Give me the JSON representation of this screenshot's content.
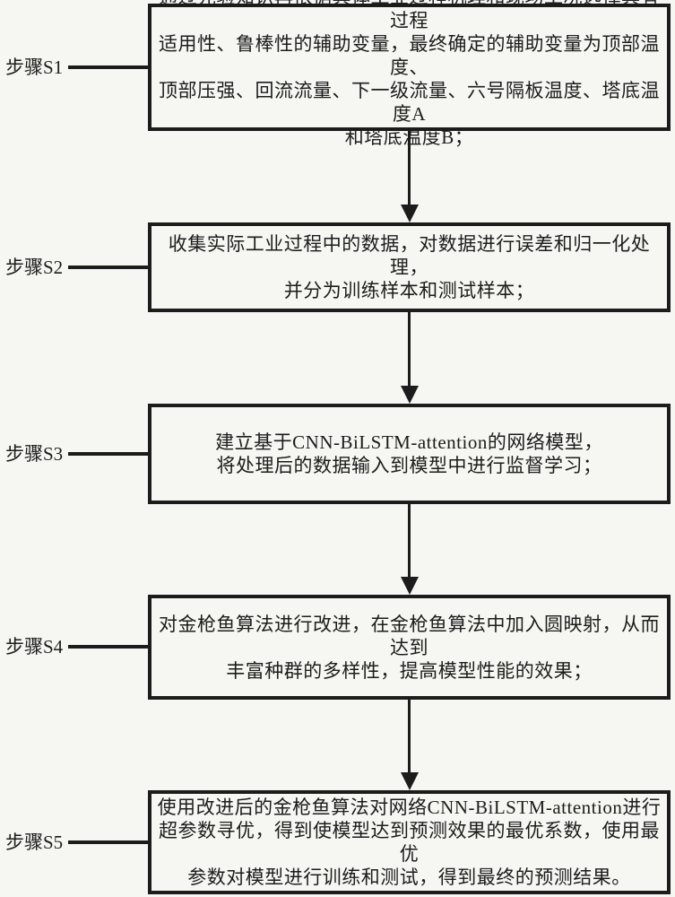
{
  "colors": {
    "ink": "#1c1c1c",
    "background": "#f6f6f3"
  },
  "steps": [
    {
      "label": "步骤S1",
      "lines": [
        "通过先验知识再依据具体工业过程机理和现场工况选择具有过程",
        "适用性、鲁棒性的辅助变量，最终确定的辅助变量为顶部温度、",
        "顶部压强、回流流量、下一级流量、六号隔板温度、塔底温度A",
        "和塔底温度B；"
      ]
    },
    {
      "label": "步骤S2",
      "lines": [
        "收集实际工业过程中的数据，对数据进行误差和归一化处理，",
        "并分为训练样本和测试样本；"
      ]
    },
    {
      "label": "步骤S3",
      "lines": [
        "建立基于CNN-BiLSTM-attention的网络模型，",
        "将处理后的数据输入到模型中进行监督学习；"
      ]
    },
    {
      "label": "步骤S4",
      "lines": [
        "对金枪鱼算法进行改进，在金枪鱼算法中加入圆映射，从而达到",
        "丰富种群的多样性，提高模型性能的效果；"
      ]
    },
    {
      "label": "步骤S5",
      "lines": [
        "使用改进后的金枪鱼算法对网络CNN-BiLSTM-attention进行",
        "超参数寻优，得到使模型达到预测效果的最优系数，使用最优",
        "参数对模型进行训练和测试，得到最终的预测结果。"
      ]
    }
  ]
}
